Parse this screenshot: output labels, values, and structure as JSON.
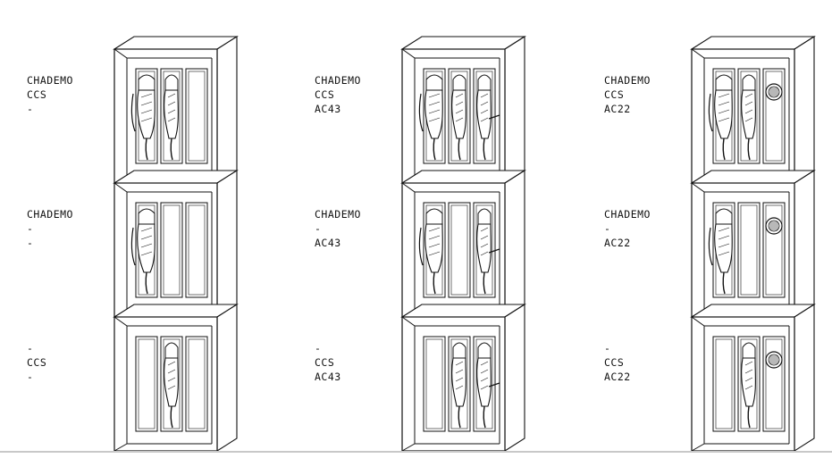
{
  "configurations": [
    {
      "lines": [
        "CHADEMO",
        "CCS",
        "-"
      ],
      "slots": [
        "chademo",
        "ccs",
        "empty"
      ]
    },
    {
      "lines": [
        "CHADEMO",
        "CCS",
        "AC43"
      ],
      "slots": [
        "chademo",
        "ccs",
        "ac43"
      ]
    },
    {
      "lines": [
        "CHADEMO",
        "CCS",
        "AC22"
      ],
      "slots": [
        "chademo",
        "ccs",
        "ac22"
      ]
    },
    {
      "lines": [
        "CHADEMO",
        "-",
        "-"
      ],
      "slots": [
        "chademo",
        "empty",
        "empty"
      ]
    },
    {
      "lines": [
        "CHADEMO",
        "-",
        "AC43"
      ],
      "slots": [
        "chademo",
        "empty",
        "ac43"
      ]
    },
    {
      "lines": [
        "CHADEMO",
        "-",
        "AC22"
      ],
      "slots": [
        "chademo",
        "empty",
        "ac22"
      ]
    },
    {
      "lines": [
        "-",
        "CCS",
        "-"
      ],
      "slots": [
        "empty",
        "ccs",
        "empty"
      ]
    },
    {
      "lines": [
        "-",
        "CCS",
        "AC43"
      ],
      "slots": [
        "empty",
        "ccs",
        "ac43"
      ]
    },
    {
      "lines": [
        "-",
        "CCS",
        "AC22"
      ],
      "slots": [
        "empty",
        "ccs",
        "ac22"
      ]
    }
  ]
}
